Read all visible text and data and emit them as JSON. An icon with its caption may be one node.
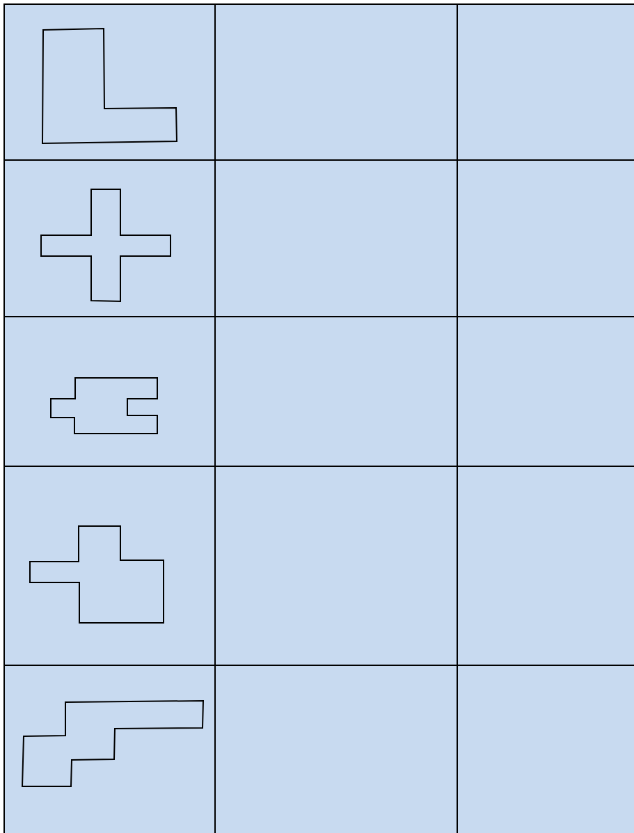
{
  "diagram": {
    "nodes": [
      {
        "text": [],
        "shape": "polygon"
      },
      {
        "text": [],
        "shape": "polygon"
      },
      {
        "text": [],
        "shape": "polygon"
      },
      {
        "text": [],
        "shape": "polygon"
      },
      {
        "text": [],
        "shape": "polygon"
      }
    ]
  }
}
